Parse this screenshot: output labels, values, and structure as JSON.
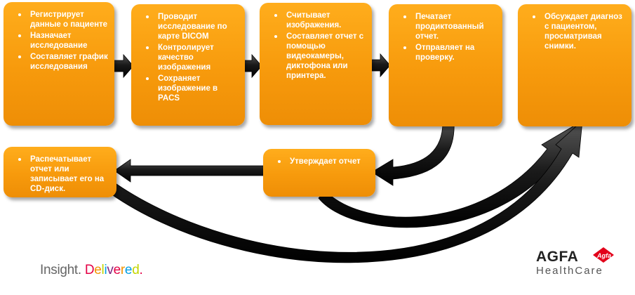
{
  "steps": [
    {
      "id": "registrar",
      "items": [
        "Регистрирует данные о пациенте",
        "Назначает исследование",
        "Составляет график исследования"
      ]
    },
    {
      "id": "technologist",
      "items": [
        "Проводит исследование по карте DICOM",
        "Контролирует качество изображения",
        "Сохраняет изображение в PACS"
      ]
    },
    {
      "id": "radiologist-read",
      "items": [
        "Считывает изображения.",
        "Составляет отчет с помощью видеокамеры, диктофона или принтера."
      ]
    },
    {
      "id": "transcription",
      "items": [
        "Печатает продиктованный отчет.",
        "Отправляет на проверку."
      ]
    },
    {
      "id": "physician",
      "items": [
        "Обсуждает диагноз с пациентом, просматривая снимки."
      ]
    },
    {
      "id": "approval",
      "items": [
        "Утверждает отчет"
      ]
    },
    {
      "id": "distribution",
      "items": [
        "Распечатывает отчет или записывает его на CD-диск."
      ]
    }
  ],
  "logos": {
    "insight": {
      "word1": "Insight.",
      "word2": "Delivered.",
      "colors": [
        "#e40046",
        "#f29400",
        "#c3d600",
        "#009fe3",
        "#7d2481",
        "#e40046",
        "#f29400",
        "#009fe3",
        "#c3d600",
        "#e40046"
      ]
    },
    "agfa": {
      "brand": "AGFA",
      "badge": "Agfa",
      "sub": "HealthCare",
      "badge_color": "#e2001a"
    }
  },
  "colors": {
    "box": "#f79a0c",
    "arrow": "#1a1a1a"
  }
}
